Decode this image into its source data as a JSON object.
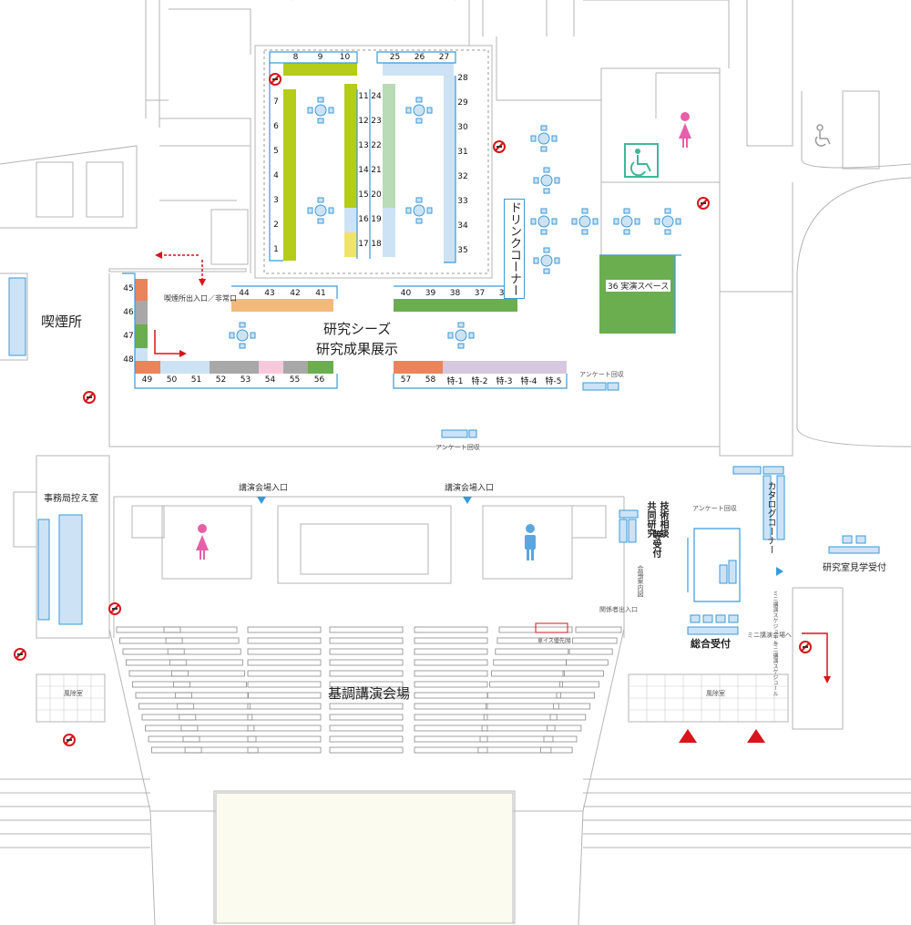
{
  "colors": {
    "lime": "#b5cc18",
    "mint": "#b9dbb5",
    "lightblue": "#cde3f5",
    "orange": "#f3b97a",
    "green": "#6aae4f",
    "salmon": "#e8855a",
    "gray": "#a8a8a8",
    "pink": "#f7c8da",
    "lavender": "#d6c8e0",
    "yellow": "#f0e36a",
    "lineBlue": "#3a9ad9",
    "red": "#d9141a",
    "womanPink": "#e75fa8",
    "manBlue": "#5aa6e0",
    "accessGreen": "#3fb89a"
  },
  "area_labels": {
    "smoking": "喫煙所",
    "research_seeds_1": "研究シーズ",
    "research_seeds_2": "研究成果展示",
    "keynote_hall": "基調講演会場",
    "drink_corner": "ドリンクコーナー",
    "demo_space": "36 実演スペース",
    "catalog_corner": "カタログコーナー",
    "general_reception": "総合受付",
    "lab_tour": "研究室見学受付",
    "office_room": "事務局控え室",
    "tech_consult": "技術相談",
    "joint_research": "共同研究",
    "reception_tag": "等受付",
    "smoking_exit": "喫煙所出入口／非常口",
    "hall_entrance_1": "講演会場入口",
    "hall_entrance_2": "講演会場入口",
    "survey_1": "アンケート回収",
    "survey_2": "アンケート回収",
    "survey_3": "アンケート回収",
    "venue_guide": "会場案内図",
    "related_exit": "関係者出入口",
    "wheelchair_seats": "車イス優先席",
    "windbreak_left": "風除室",
    "windbreak_right": "風除室",
    "mini_to": "ミニ講演会場へ",
    "mini_sched_1": "ミニ講演スケジュール",
    "mini_sched_2": "ミニ講演スケジュール"
  },
  "booths": {
    "top": [
      "8",
      "9",
      "10",
      "25",
      "26",
      "27"
    ],
    "left_col": [
      "7",
      "6",
      "5",
      "4",
      "3",
      "2",
      "1"
    ],
    "mid_left": [
      "11",
      "12",
      "13",
      "14",
      "15",
      "16",
      "17"
    ],
    "mid_right": [
      "24",
      "23",
      "22",
      "21",
      "20",
      "19",
      "18"
    ],
    "right_col": [
      "28",
      "29",
      "30",
      "31",
      "32",
      "33",
      "34",
      "35"
    ],
    "row_a": [
      "44",
      "43",
      "42",
      "41"
    ],
    "row_b": [
      "40",
      "39",
      "38",
      "37",
      "36"
    ],
    "left_side": [
      "45",
      "46",
      "47",
      "48"
    ],
    "bottom_left": [
      "49",
      "50",
      "51",
      "52",
      "53",
      "54",
      "55",
      "56"
    ],
    "bottom_right": [
      "57",
      "58",
      "特-1",
      "特-2",
      "特-3",
      "特-4",
      "特-5"
    ]
  }
}
